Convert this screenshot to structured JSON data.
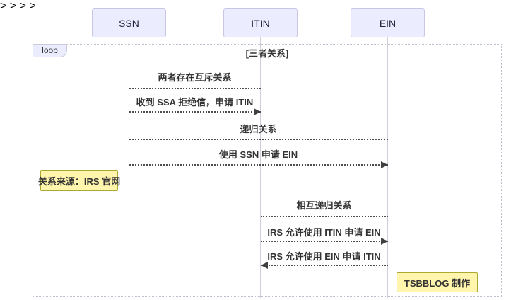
{
  "diagram": {
    "type": "sequence-diagram",
    "actors": [
      {
        "label": "SSN"
      },
      {
        "label": "ITIN"
      },
      {
        "label": "EIN"
      }
    ],
    "loop": {
      "tag": "loop",
      "condition": "[三者关系]"
    },
    "messages": [
      {
        "text": "两者存在互斥关系",
        "from": "SSN",
        "to": "ITIN",
        "line": "dotted",
        "arrow": "none"
      },
      {
        "text": "收到 SSA 拒绝信，申请 ITIN",
        "from": "SSN",
        "to": "ITIN",
        "line": "dotted",
        "arrow": "filled-right"
      },
      {
        "text": "递归关系",
        "from": "SSN",
        "to": "EIN",
        "line": "dotted",
        "arrow": "none"
      },
      {
        "text": "使用 SSN 申请 EIN",
        "from": "SSN",
        "to": "EIN",
        "line": "dotted",
        "arrow": "filled-right"
      },
      {
        "text": "相互递归关系",
        "from": "ITIN",
        "to": "EIN",
        "line": "dotted",
        "arrow": "none"
      },
      {
        "text": "IRS 允许使用 ITIN 申请 EIN",
        "from": "ITIN",
        "to": "EIN",
        "line": "dotted",
        "arrow": "filled-right"
      },
      {
        "text": "IRS 允许使用 EIN 申请 ITIN",
        "from": "EIN",
        "to": "ITIN",
        "line": "dotted",
        "arrow": "filled-left"
      }
    ],
    "notes": [
      {
        "text": "关系来源：IRS 官网",
        "position": "left-of-SSN"
      },
      {
        "text": "TSBBLOG 制作",
        "position": "right-of-EIN"
      }
    ],
    "colors": {
      "actor_fill": "#ECECFF",
      "actor_border": "#C9C6E3",
      "note_fill": "#FFF5AD",
      "note_border": "#AAAA33",
      "message_line": "#4D4D4D",
      "lifeline": "#CFCFDA",
      "loop_border": "#BFBFD0",
      "text": "#333333"
    }
  }
}
